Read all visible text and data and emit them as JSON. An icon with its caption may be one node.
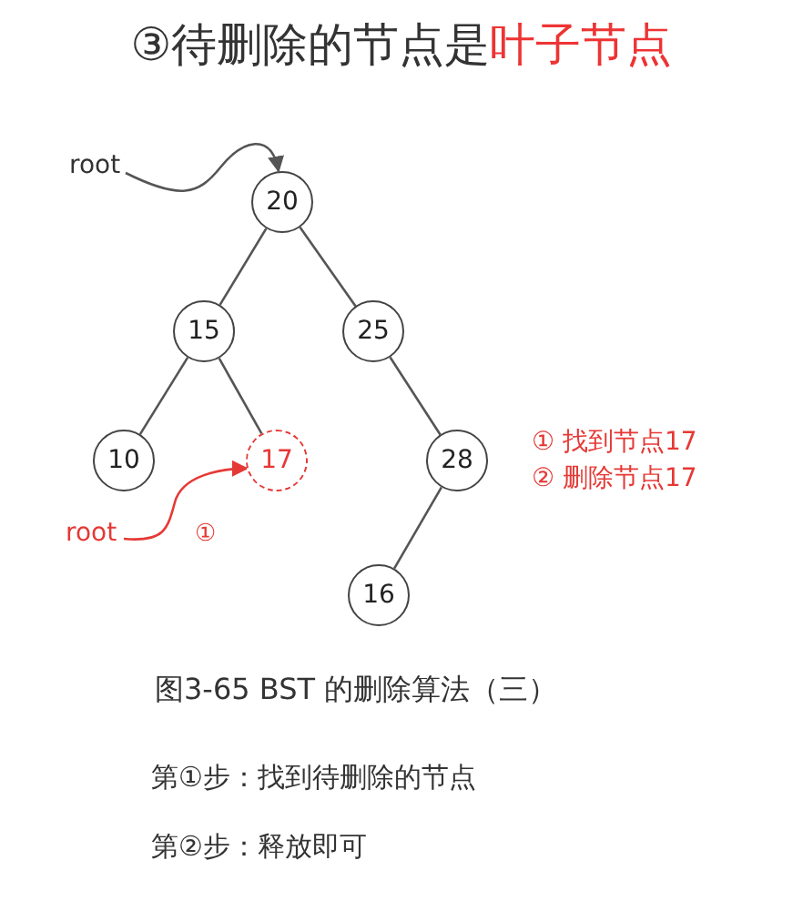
{
  "diagram": {
    "title": "③待删除的节点是**叶子节点**",
    "caption": "图3-65 BST 的删除算法（三）",
    "nodes": [
      {
        "text": [
          "root"
        ]
      },
      {
        "text": [
          "20"
        ]
      },
      {
        "text": [
          "15"
        ]
      },
      {
        "text": [
          "25"
        ]
      },
      {
        "text": [
          "10"
        ]
      },
      {
        "text": [
          "17"
        ]
      },
      {
        "text": [
          "28"
        ]
      },
      {
        "text": [
          "16"
        ]
      },
      {
        "text": [
          "root"
        ]
      }
    ],
    "edges": [
      {
        "from": 0,
        "to": 1,
        "arrow": "to"
      },
      {
        "from": 1,
        "to": 2,
        "arrow": "none"
      },
      {
        "from": 1,
        "to": 3,
        "arrow": "none"
      },
      {
        "from": 2,
        "to": 4,
        "arrow": "none"
      },
      {
        "from": 2,
        "to": 5,
        "arrow": "none"
      },
      {
        "from": 3,
        "to": 6,
        "arrow": "none"
      },
      {
        "from": 6,
        "to": 7,
        "arrow": "none"
      },
      {
        "from": 8,
        "to": 5,
        "arrow": "to",
        "label": "①",
        "color": "#e53935"
      }
    ],
    "labels": [
      "① 找到节点17",
      "② 删除节点17",
      "第①步：找到待删除的节点",
      "第②步：释放即可"
    ]
  }
}
